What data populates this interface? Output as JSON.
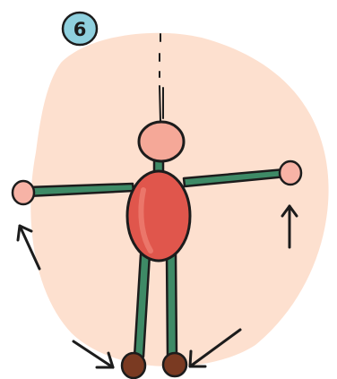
{
  "step": {
    "number": "6"
  },
  "palette": {
    "background_blob": "#fde0cf",
    "badge_fill": "#8fd0de",
    "outline": "#1c1c1c",
    "head_fill": "#f5a898",
    "body_fill": "#e0564c",
    "limb_fill": "#3e8a66",
    "hand_fill": "#f7b3a6",
    "foot_fill": "#7a3a22"
  },
  "illustration": {
    "figure": "stick-person-arms-raised-sideways",
    "indicators": [
      "up-arrow-left",
      "up-arrow-right",
      "diagonal-arrow-left-foot",
      "diagonal-arrow-right-foot"
    ]
  }
}
